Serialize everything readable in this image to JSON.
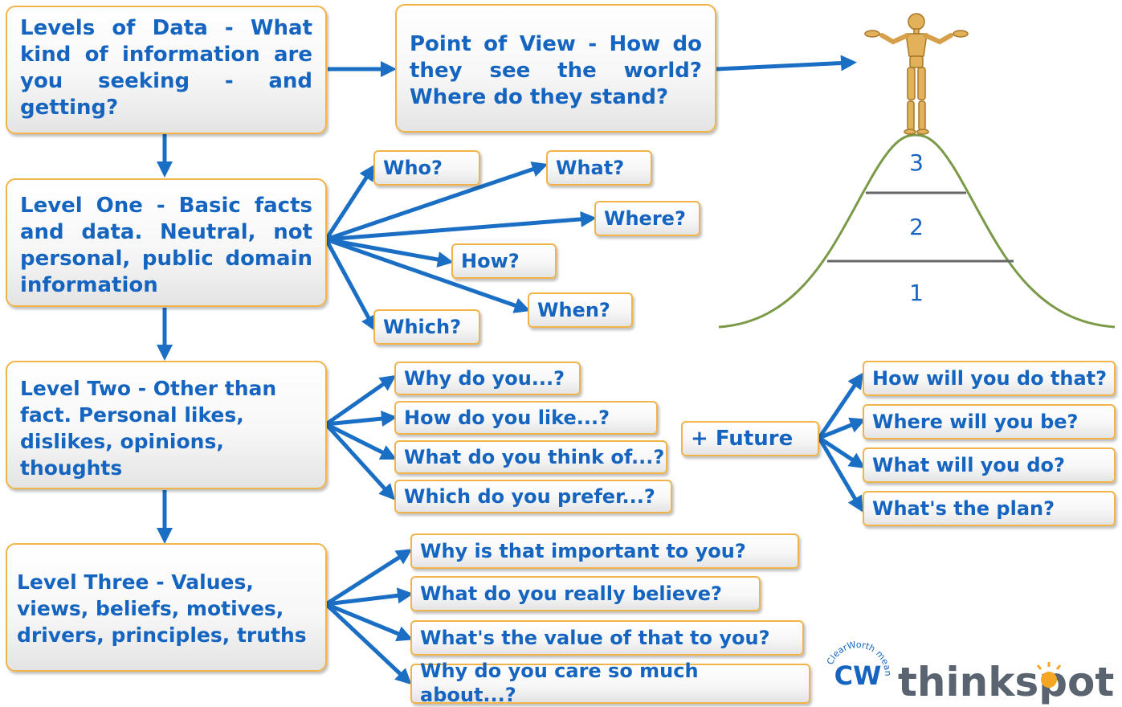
{
  "boxes": {
    "levels_of_data": "Levels of Data - What kind of information are you seeking - and getting?",
    "point_of_view": "Point of View - How do they see the world? Where do they stand?",
    "level_one": "Level One - Basic facts and data. Neutral, not personal, public domain information",
    "level_two": "Level Two - Other than fact. Personal likes, dislikes, opinions, thoughts",
    "level_three": "Level Three - Values, views, beliefs, motives, drivers, principles, truths",
    "future": "+ Future"
  },
  "level_one_questions": [
    "Who?",
    "What?",
    "Where?",
    "How?",
    "When?",
    "Which?"
  ],
  "level_two_questions": [
    "Why do you...?",
    "How do you like...?",
    "What do you think of...?",
    "Which do you prefer...?"
  ],
  "future_questions": [
    "How will you do that?",
    "Where will you be?",
    "What will you do?",
    "What's the plan?"
  ],
  "level_three_questions": [
    "Why is that important to you?",
    "What do you really believe?",
    "What's the value of that to you?",
    "Why do you care so much about...?"
  ],
  "pyramid_levels": [
    "3",
    "2",
    "1"
  ],
  "logo": {
    "text": "thinkspot",
    "ring_text": "ClearWorth means",
    "initials": "CW"
  },
  "colors": {
    "text": "#1565c0",
    "arrow": "#1a6fc4",
    "box_border": "#f0b44a",
    "curve": "#7a9a48"
  }
}
